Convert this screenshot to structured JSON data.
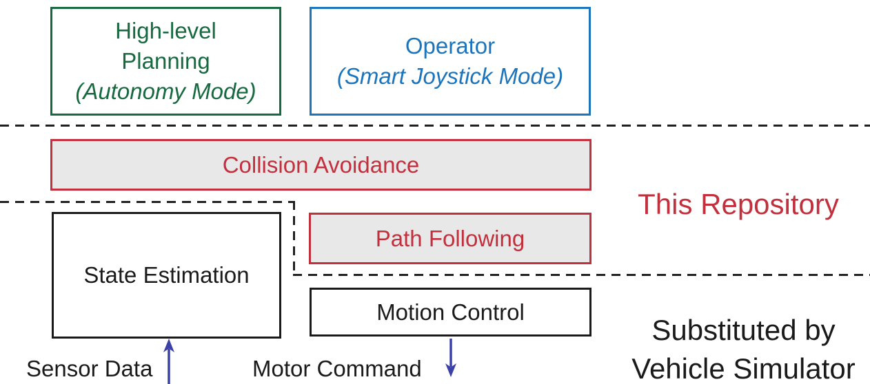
{
  "colors": {
    "green": "#17693f",
    "blue": "#1c75bc",
    "red": "#c22f3d",
    "black": "#1a1a1a",
    "line": "#1f1f1f",
    "gray": "#e8e8e8",
    "arrow": "#3b41a7"
  },
  "boxes": {
    "planning": {
      "line1": "High-level",
      "line2": "Planning",
      "line3": "(Autonomy Mode)"
    },
    "operator": {
      "line1": "Operator",
      "line2": "(Smart Joystick Mode)"
    },
    "collision": {
      "label": "Collision Avoidance"
    },
    "path": {
      "label": "Path Following"
    },
    "state": {
      "label": "State Estimation"
    },
    "motion": {
      "label": "Motion Control"
    }
  },
  "annotations": {
    "this_repository": "This Repository",
    "substituted_line1": "Substituted by",
    "substituted_line2": "Vehicle Simulator",
    "sensor_data": "Sensor Data",
    "motor_command": "Motor Command"
  }
}
